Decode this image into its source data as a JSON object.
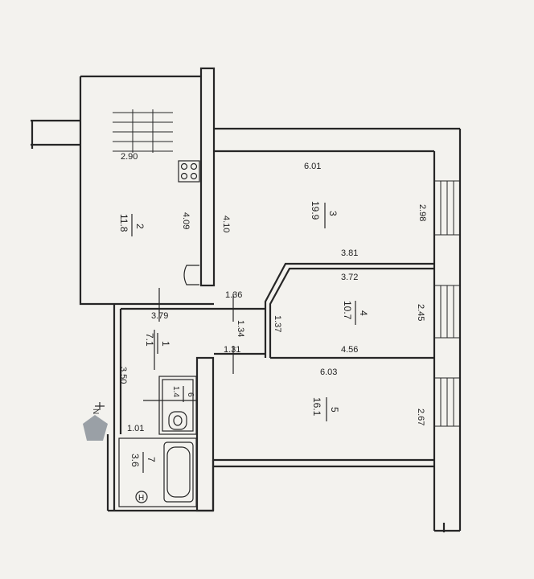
{
  "dimensions": {
    "d_2_90": "2.90",
    "d_6_01": "6.01",
    "d_2_98": "2.98",
    "d_4_09": "4.09",
    "d_4_10": "4.10",
    "d_3_81": "3.81",
    "d_3_72": "3.72",
    "d_2_45": "2.45",
    "d_1_36": "1.36",
    "d_3_79": "3.79",
    "d_1_34": "1.34",
    "d_1_37": "1.37",
    "d_1_31": "1.31",
    "d_4_56": "4.56",
    "d_6_03": "6.03",
    "d_3_50": "3.50",
    "d_2_67": "2.67",
    "d_1_01": "1.01"
  },
  "rooms": {
    "r1": {
      "number": "1",
      "area": "7.1"
    },
    "r2": {
      "number": "2",
      "area": "11.8"
    },
    "r3": {
      "number": "3",
      "area": "19.9"
    },
    "r4": {
      "number": "4",
      "area": "10.7"
    },
    "r5": {
      "number": "5",
      "area": "16.1"
    },
    "r6": {
      "number": "6",
      "area": "1.4"
    },
    "r7": {
      "number": "7",
      "area": "3.6"
    }
  },
  "symbols": {
    "north_label": "N",
    "heater_label": "H"
  },
  "colors": {
    "paper": "#f3f2ee",
    "ink": "#262626",
    "marker": "#9aa0a6"
  }
}
